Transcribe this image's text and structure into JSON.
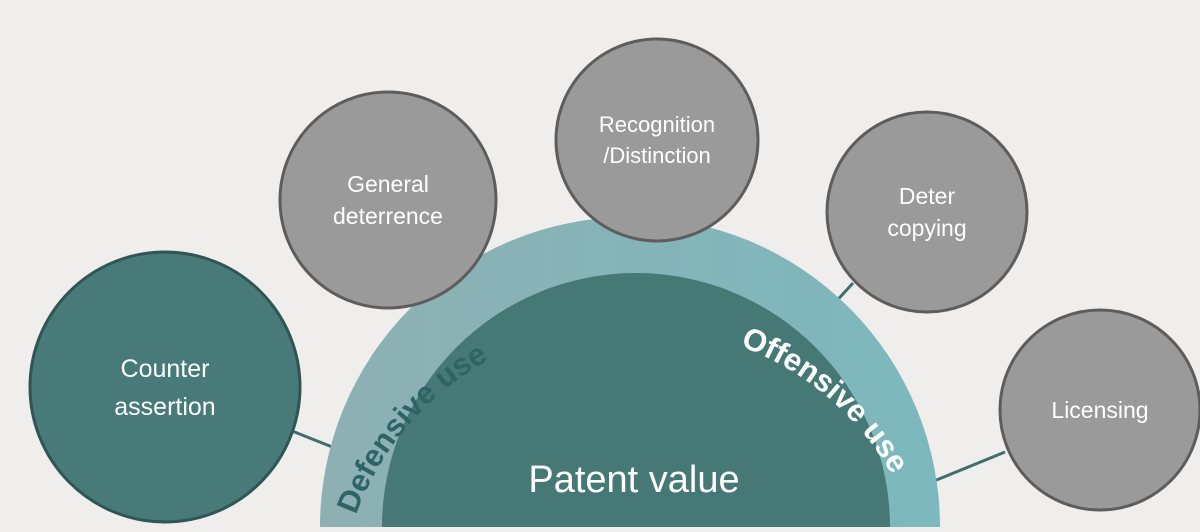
{
  "diagram": {
    "center_label": "Patent value",
    "arc_labels": {
      "left": "Defensive use",
      "right": "Offensive use"
    },
    "nodes": [
      {
        "id": "counter-assertion",
        "lines": [
          "Counter",
          "assertion"
        ],
        "highlighted": true
      },
      {
        "id": "general-deterrence",
        "lines": [
          "General",
          "deterrence"
        ],
        "highlighted": false
      },
      {
        "id": "recognition-distinction",
        "lines": [
          "Recognition",
          "/Distinction"
        ],
        "highlighted": false
      },
      {
        "id": "deter-copying",
        "lines": [
          "Deter",
          "copying"
        ],
        "highlighted": false
      },
      {
        "id": "licensing",
        "lines": [
          "Licensing"
        ],
        "highlighted": false
      }
    ]
  },
  "colors": {
    "background": "#efeeed",
    "highlight_node_fill": "#477a78",
    "highlight_node_stroke": "#2f5654",
    "node_fill": "#9a9a9a",
    "node_stroke": "#5d5d5d",
    "connector": "#3f6e6c",
    "center_fill": "#467876",
    "ring_left": "#8eb0b3",
    "ring_right": "#7cb8bd",
    "arc_text": "#2f6466",
    "node_text": "#ffffff"
  }
}
